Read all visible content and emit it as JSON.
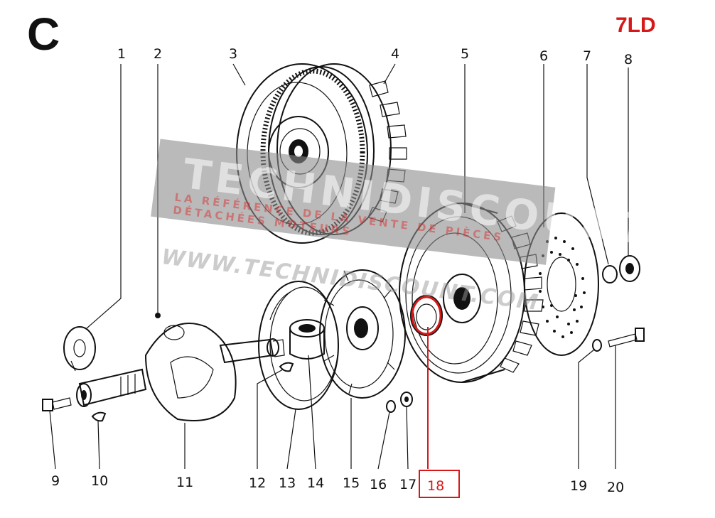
{
  "section_letter": "C",
  "model_tag": "7LD",
  "watermark": {
    "brand": "TECHNIDISCOUNT",
    "tagline_1": "LA RÉFÉRENCE DE LA VENTE DE PIÈCES",
    "tagline_2": "DÉTACHÉES MOTEURS",
    "url": "WWW.TECHNIDISCOUNT.COM"
  },
  "callouts": [
    "1",
    "2",
    "3",
    "4",
    "5",
    "6",
    "7",
    "8",
    "9",
    "10",
    "11",
    "12",
    "13",
    "14",
    "15",
    "16",
    "17",
    "18",
    "19",
    "20"
  ],
  "highlighted_part": "18",
  "colors": {
    "highlight": "#d81818",
    "ink": "#111111",
    "watermark_band": "#8c8c8c"
  }
}
